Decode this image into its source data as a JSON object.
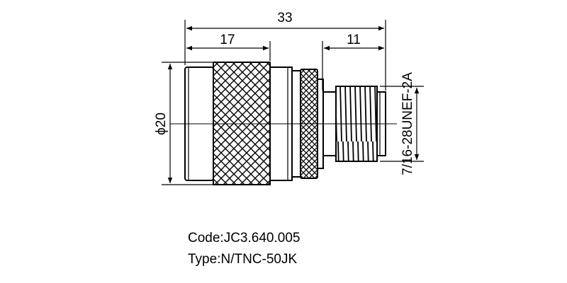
{
  "dimensions": {
    "overall_length": "33",
    "nut_length": "17",
    "thread_length": "11",
    "diameter": "ϕ20",
    "thread_spec": "7/16-28UNEF-2A"
  },
  "product": {
    "code": "Code:JC3.640.005",
    "type": "Type:N/TNC-50JK"
  }
}
